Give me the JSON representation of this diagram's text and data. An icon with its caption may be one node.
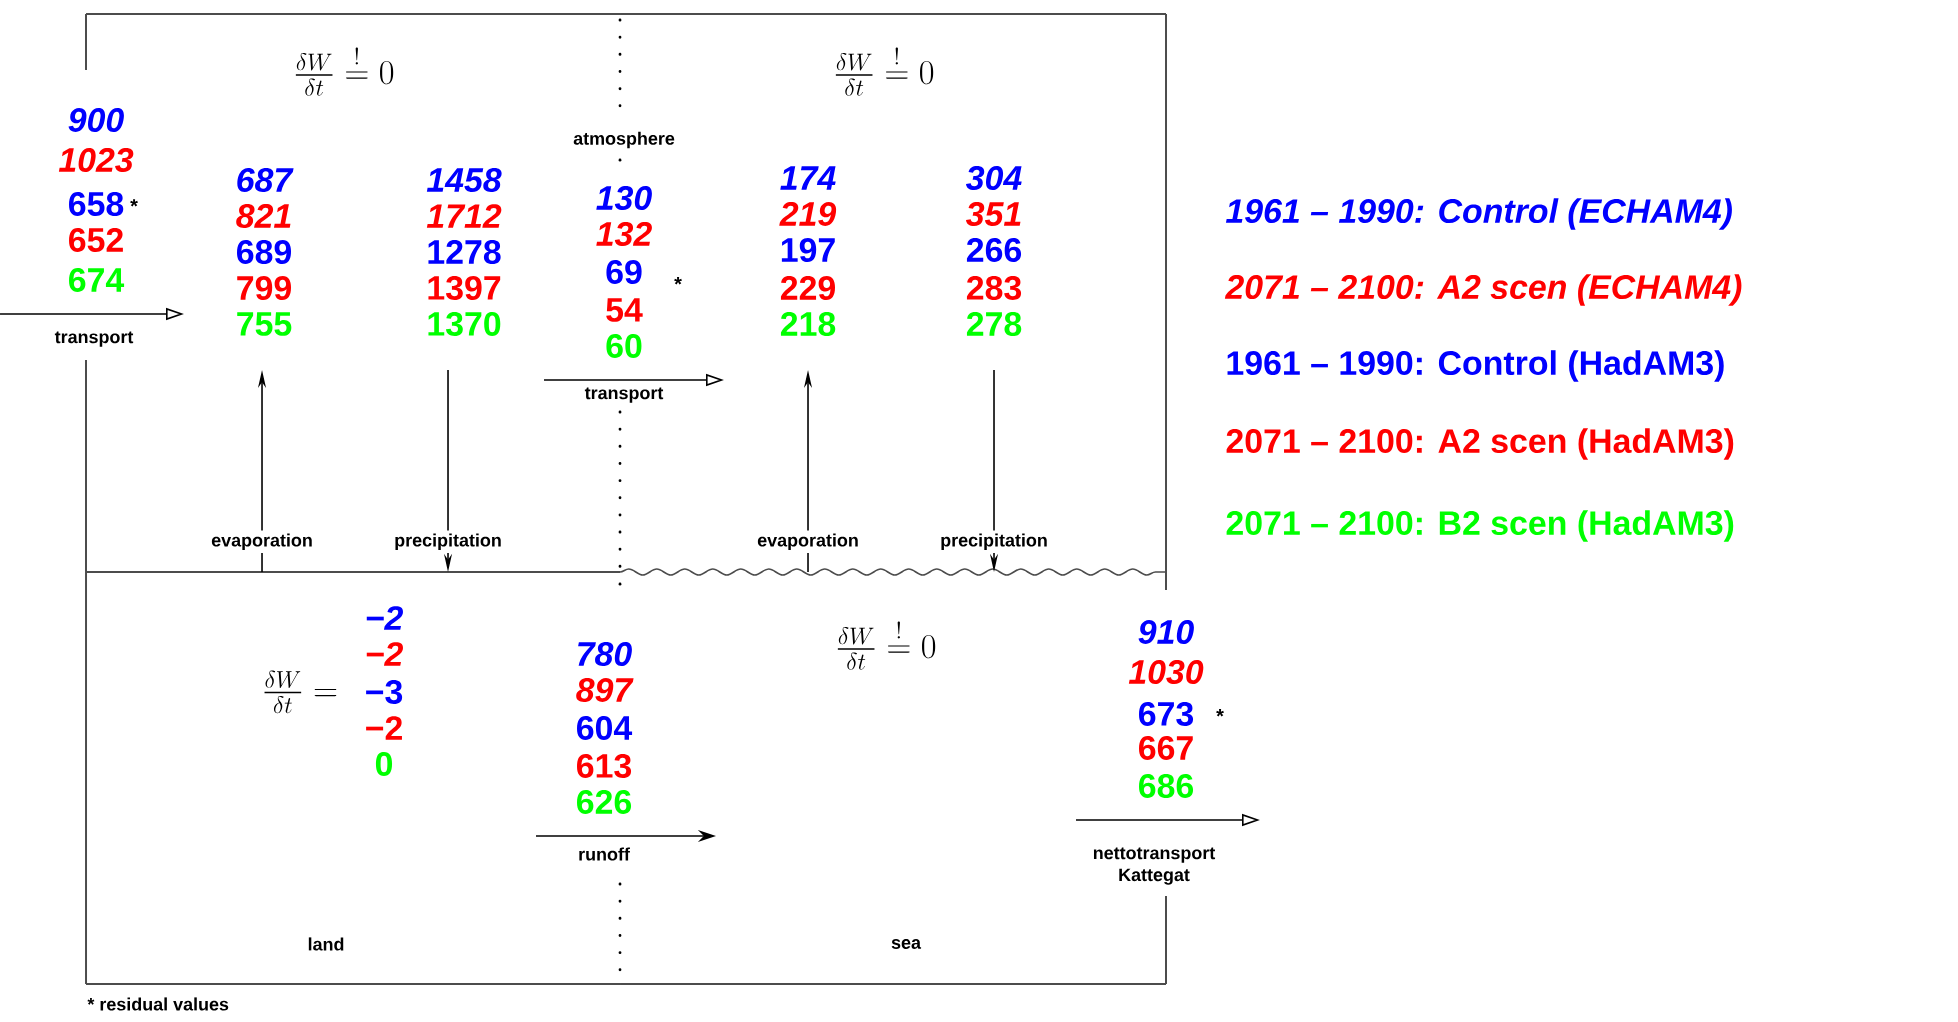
{
  "diagram": {
    "nodes": [
      {
        "text": [
          "\\frac{\\delta W}{\\delta t} \\overset{!}{=} 0"
        ]
      },
      {
        "text": [
          "\\frac{\\delta W}{\\delta t} \\overset{!}{=} 0"
        ]
      },
      {
        "text": [
          "\\frac{\\delta W}{\\delta t} =",
          "land"
        ]
      },
      {
        "text": [
          "\\frac{\\delta W}{\\delta t} \\overset{!}{=} 0",
          "sea"
        ]
      }
    ],
    "edges": [
      {
        "from": null,
        "to": 0,
        "arrow": "to",
        "label": "transport"
      },
      {
        "from": 2,
        "to": 0,
        "arrow": "to",
        "label": "evaporation"
      },
      {
        "from": 0,
        "to": 2,
        "arrow": "to",
        "label": "precipitation"
      },
      {
        "from": 0,
        "to": 1,
        "arrow": "to",
        "label": "transport"
      },
      {
        "from": 3,
        "to": 1,
        "arrow": "to",
        "label": "evaporation"
      },
      {
        "from": 1,
        "to": 3,
        "arrow": "to",
        "label": "precipitation"
      },
      {
        "from": 2,
        "to": 3,
        "arrow": "to",
        "label": "runoff"
      },
      {
        "from": 3,
        "to": null,
        "arrow": "to",
        "label": "nettotransport Kattegat"
      }
    ],
    "labels": [
      "atmosphere",
      "900",
      "1023",
      "658",
      "652",
      "674",
      "*",
      "687",
      "821",
      "689",
      "799",
      "755",
      "1458",
      "1712",
      "1278",
      "1397",
      "1370",
      "130",
      "132",
      "69",
      "54",
      "60",
      "*",
      "174",
      "219",
      "197",
      "229",
      "218",
      "304",
      "351",
      "266",
      "283",
      "278",
      "−2",
      "−2",
      "−3",
      "−2",
      "0",
      "780",
      "897",
      "604",
      "613",
      "626",
      "910",
      "1030",
      "673",
      "667",
      "686",
      "*",
      "* residual values"
    ],
    "legend": [
      {
        "text": "1961 – 1990: Control (ECHAM4)",
        "color": "#0000ff"
      },
      {
        "text": "2071 – 2100: A2 scen (ECHAM4)",
        "color": "#ff0000"
      },
      {
        "text": "1961 – 1990: Control (HadAM3)",
        "color": "#0000ff"
      },
      {
        "text": "2071 – 2100: A2 scen (HadAM3)",
        "color": "#ff0000"
      },
      {
        "text": "2071 – 2100: B2 scen (HadAM3)",
        "color": "#00ff00"
      }
    ]
  }
}
